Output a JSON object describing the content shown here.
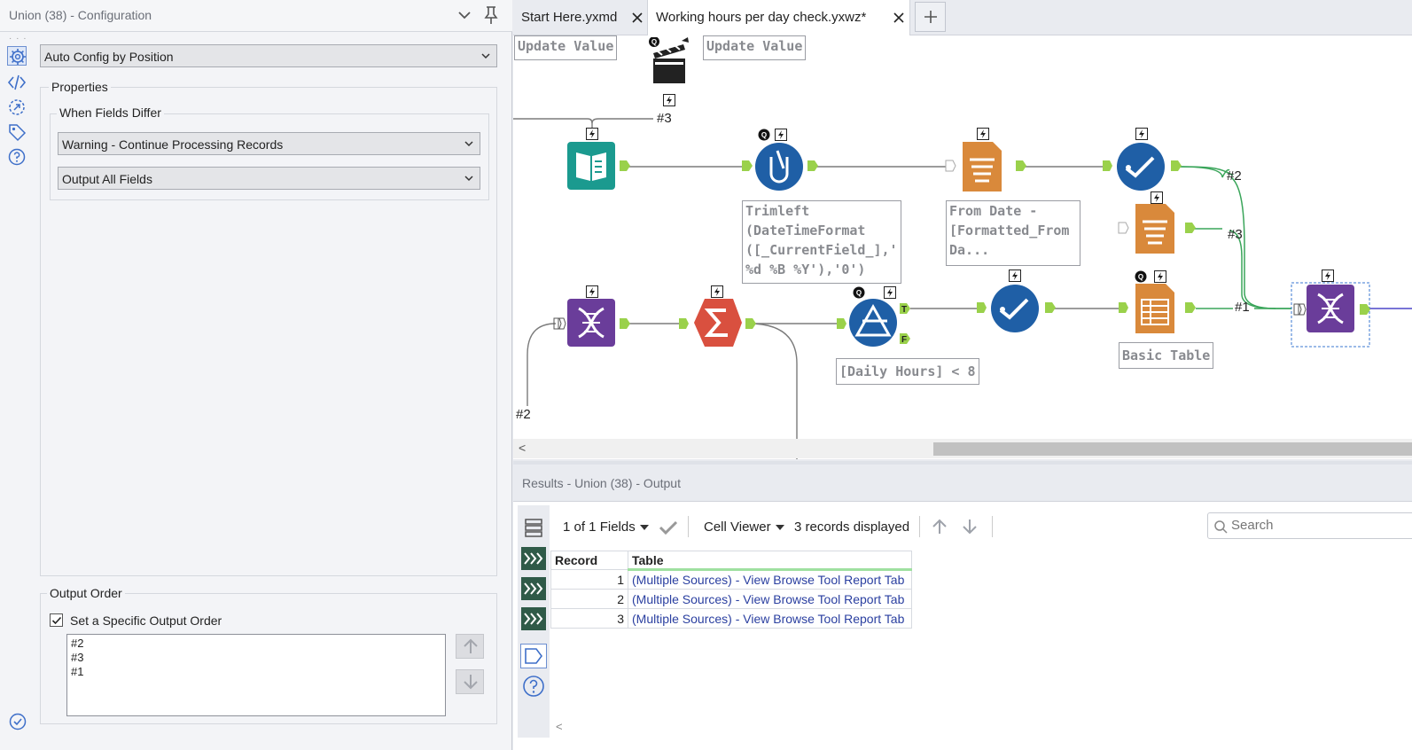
{
  "config": {
    "title": "Union (38) - Configuration",
    "mode_select": "Auto Config by Position",
    "properties_label": "Properties",
    "fields_differ_label": "When Fields Differ",
    "warning_select": "Warning - Continue Processing Records",
    "output_fields_select": "Output All Fields",
    "output_order_label": "Output Order",
    "specific_order_label": "Set a Specific Output Order",
    "specific_order_checked": true,
    "order_items": [
      "#2",
      "#3",
      "#1"
    ]
  },
  "tabs": [
    {
      "label": "Start Here.yxmd",
      "active": false
    },
    {
      "label": "Working hours per day check.yxwz*",
      "active": true
    }
  ],
  "canvas": {
    "annotations": {
      "update_value_1": "Update Value",
      "update_value_2": "Update Value",
      "trimleft": "Trimleft\n(DateTimeFormat\n([_CurrentField_],'\n%d %B %Y'),'0')",
      "from_date": "From Date -\n[Formatted_From\nDa...",
      "daily_hours": "[Daily Hours] < 8",
      "basic_table": "Basic Table"
    },
    "connection_labels": {
      "c3_top": "#3",
      "c2_right": "#2",
      "c3_right": "#3",
      "c1_right": "#1",
      "c2_bottom": "#2"
    },
    "filter_true": "T",
    "filter_false": "F",
    "scroll_left": "<"
  },
  "results": {
    "title": "Results - Union (38) - Output",
    "fields_label": "1 of 1 Fields",
    "cell_viewer_label": "Cell Viewer",
    "records_label": "3 records displayed",
    "search_placeholder": "Search",
    "columns": [
      "Record",
      "Table"
    ],
    "rows": [
      {
        "record": "1",
        "table": "(Multiple Sources) - View Browse Tool Report Tab"
      },
      {
        "record": "2",
        "table": "(Multiple Sources) - View Browse Tool Report Tab"
      },
      {
        "record": "3",
        "table": "(Multiple Sources) - View Browse Tool Report Tab"
      }
    ],
    "scroll_left": "<"
  },
  "colors": {
    "teal": "#1b9a8f",
    "blue": "#1f5fa6",
    "orange": "#d9893b",
    "purple": "#6a3d9a",
    "red": "#d9503f",
    "anchor_green": "#9ad14b",
    "wire": "#7b7b7b",
    "wire_green": "#3aa55a"
  }
}
